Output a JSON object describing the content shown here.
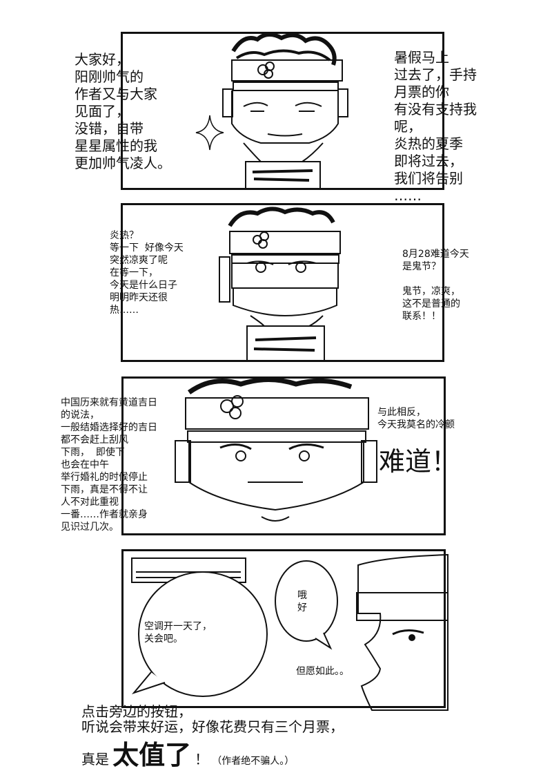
{
  "page": {
    "colors": {
      "ink": "#111111",
      "paper": "#ffffff"
    },
    "panels": [
      {
        "id": "panel-1",
        "left_text": "大家好，\n阳刚帅气的\n作者又与大家\n见面了，\n没错，自带\n星星属性的我\n更加帅气凌人。",
        "right_text": "暑假马上\n过去了，手持\n月票的你\n有没有支持我\n呢，\n炎热的夏季\n即将过去，\n我们将告别\n……",
        "icons": [
          "sparkle-icon"
        ]
      },
      {
        "id": "panel-2",
        "left_text": "炎热？\n等一下  好像今天\n突然凉爽了呢\n在等一下，\n今天是什么日子\n明明昨天还很\n热……",
        "right_text": "8月28难道今天\n是鬼节？\n\n鬼节，凉爽，\n这不是普通的\n联系！！"
      },
      {
        "id": "panel-3",
        "left_text": "中国历来就有黄道吉日\n的说法，\n一般结婚选择好的吉日\n都不会赶上刮风\n下雨，  即使下\n也会在中午\n举行婚礼的时候停止\n下雨，真是不得不让\n人不对此重视\n一番……作者就亲身\n见识过几次。",
        "right_text": "与此相反，\n今天我莫名的冷颤",
        "exclaim": "难道！"
      },
      {
        "id": "panel-4",
        "bubble_left": "空调开一天了，\n关会吧。",
        "bubble_right": "哦\n好",
        "caption": "但愿如此。。"
      }
    ],
    "footer": {
      "line1": "点击旁边的按钮，",
      "line2": "听说会带来好运，好像花费只有三个月票，",
      "prefix": "真是",
      "emphasis": "太值了",
      "bang": "！",
      "note": "（作者绝不骗人。）"
    }
  }
}
